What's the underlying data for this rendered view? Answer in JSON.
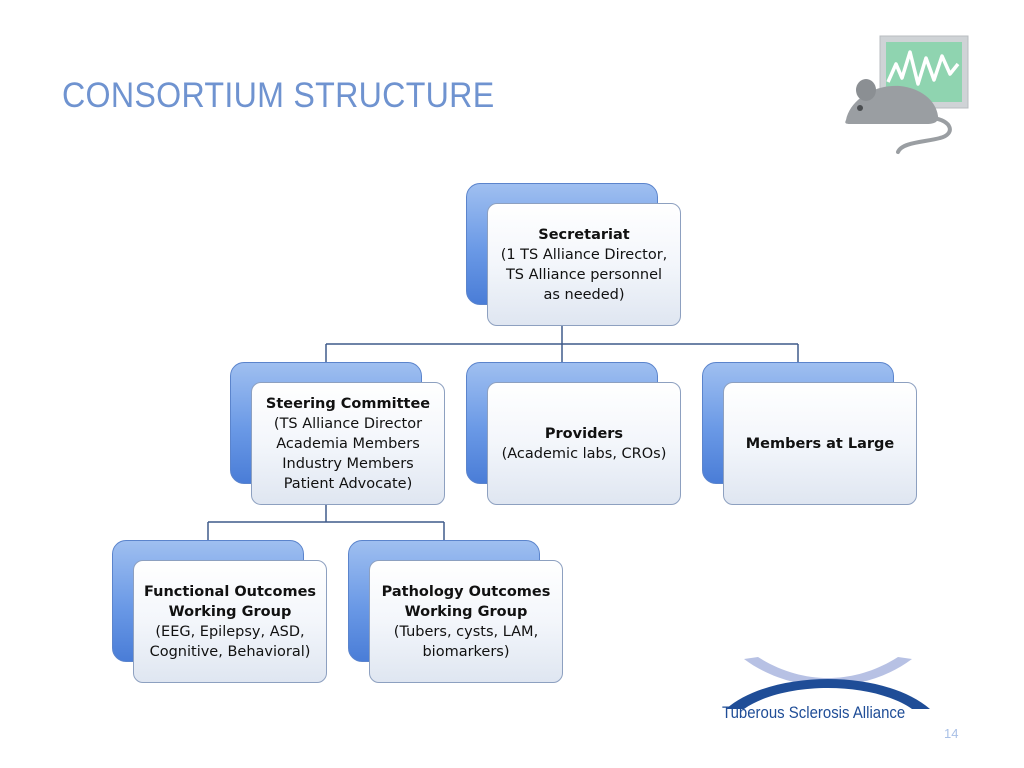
{
  "slide": {
    "title": "CONSORTIUM STRUCTURE",
    "page_number": "14",
    "logo_text": "Tuberous Sclerosis Alliance"
  },
  "colors": {
    "title": "#6f93d0",
    "box_back": "#6a99e6",
    "box_border": "#8da0c0",
    "connector": "#3f5a8a",
    "logo": "#1f4d97"
  },
  "nodes": {
    "secretariat": {
      "heading": "Secretariat",
      "lines": [
        "(1 TS Alliance Director,",
        "TS Alliance personnel",
        "as needed)"
      ]
    },
    "steering": {
      "heading": "Steering Committee",
      "lines": [
        "(TS Alliance Director",
        "Academia Members",
        "Industry Members",
        "Patient Advocate)"
      ]
    },
    "providers": {
      "heading": "Providers",
      "lines": [
        "(Academic labs, CROs)"
      ]
    },
    "members": {
      "heading": "Members at Large",
      "lines": []
    },
    "functional": {
      "heading": "Functional Outcomes",
      "heading2": "Working Group",
      "lines": [
        "(EEG, Epilepsy, ASD,",
        "Cognitive, Behavioral)"
      ]
    },
    "pathology": {
      "heading": "Pathology Outcomes",
      "heading2": "Working Group",
      "lines": [
        "(Tubers, cysts, LAM,",
        "biomarkers)"
      ]
    }
  },
  "icons": {
    "top_right": "mouse-monitor-icon",
    "logo": "ts-alliance-logo-icon"
  }
}
